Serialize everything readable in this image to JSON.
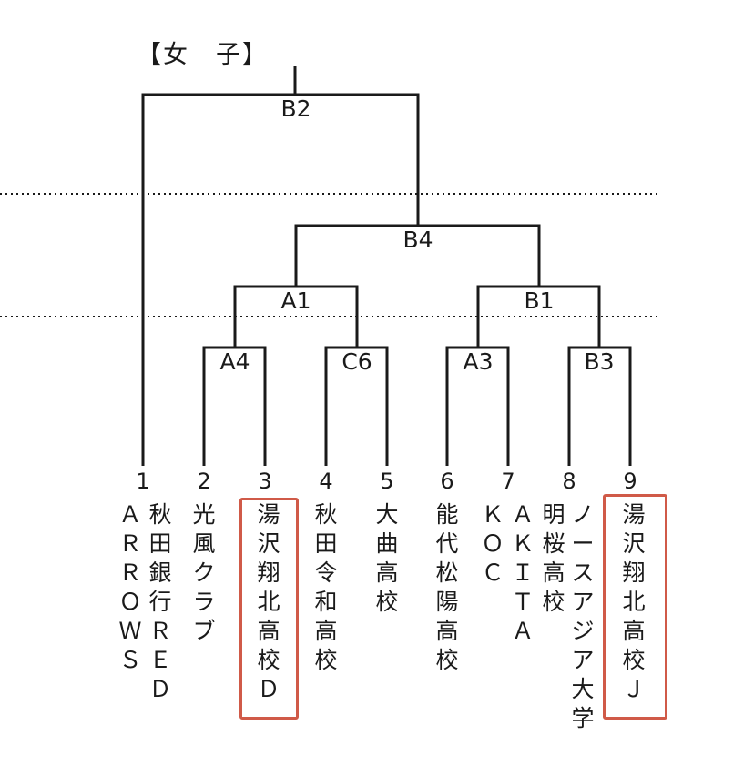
{
  "title": "【女　子】",
  "matches": {
    "b2": "B2",
    "b4": "B4",
    "a1": "A1",
    "b1": "B1",
    "a4": "A4",
    "c6": "C6",
    "a3": "A3",
    "b3": "B3"
  },
  "teams": [
    {
      "num": "1",
      "columns": [
        "ＡＲＲＯＷＳ",
        "秋田銀行ＲＥＤ"
      ]
    },
    {
      "num": "2",
      "columns": [
        "光風クラブ"
      ]
    },
    {
      "num": "3",
      "columns": [
        "湯沢翔北高校Ｄ"
      ]
    },
    {
      "num": "4",
      "columns": [
        "秋田令和高校"
      ]
    },
    {
      "num": "5",
      "columns": [
        "大曲高校"
      ]
    },
    {
      "num": "6",
      "columns": [
        "能代松陽高校"
      ]
    },
    {
      "num": "7",
      "columns": [
        "ＫＯＣ",
        "ＡＫＩＴＡ"
      ]
    },
    {
      "num": "8",
      "columns": [
        "明桜高校",
        "ノースアジア大学"
      ]
    },
    {
      "num": "9",
      "columns": [
        "湯沢翔北高校Ｊ"
      ]
    }
  ],
  "highlighted": [
    2,
    8
  ],
  "colors": {
    "line": "#1a1a1a",
    "highlight": "#d05a48",
    "dotted": "#222222"
  }
}
